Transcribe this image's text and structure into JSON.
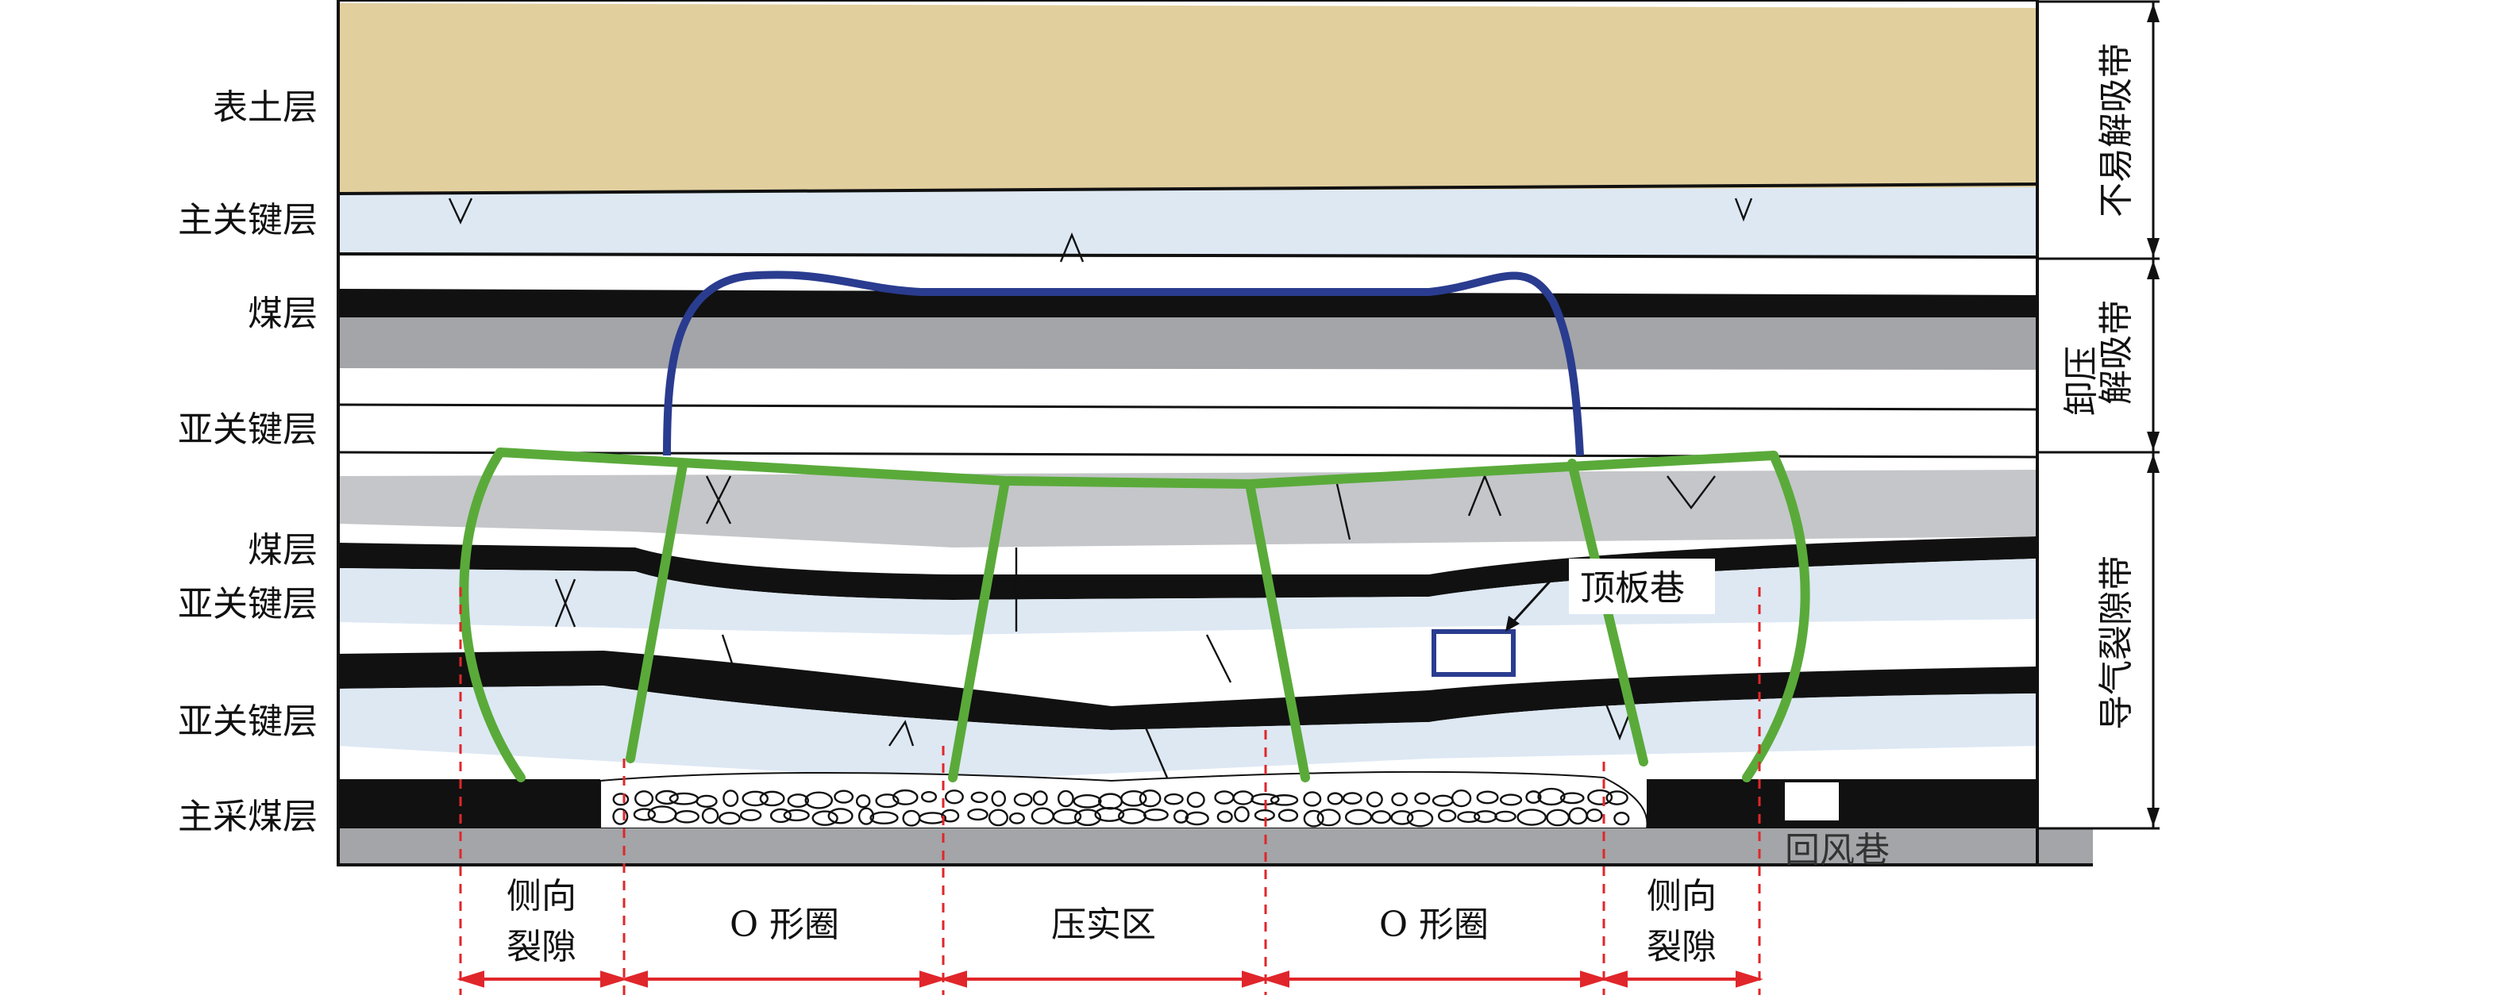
{
  "left_labels": [
    "表土层",
    "主关键层",
    "煤层",
    "亚关键层",
    "煤层",
    "亚关键层",
    "亚关键层",
    "主采煤层"
  ],
  "zones": {
    "top": "不易解吸带",
    "middle_line1": "卸压",
    "middle_line2": "解吸带",
    "bottom": "导气裂隙带"
  },
  "bottom_regions": {
    "lateral_left_1": "侧向",
    "lateral_left_2": "裂隙",
    "o_ring_left": "O 形圈",
    "compacted": "压实区",
    "o_ring_right": "O 形圈",
    "lateral_right_1": "侧向",
    "lateral_right_2": "裂隙"
  },
  "roof_roadway": "顶板巷",
  "return_airway": "回风巷",
  "colors": {
    "soil": "#e2cf9e",
    "key_layer": "#dde8f3",
    "coal": "#111111",
    "gray_rock": "#a3a5a8",
    "blue_curve": "#2a3c8f",
    "green_curve": "#5aaa3a",
    "red_dash": "#e0262a"
  }
}
